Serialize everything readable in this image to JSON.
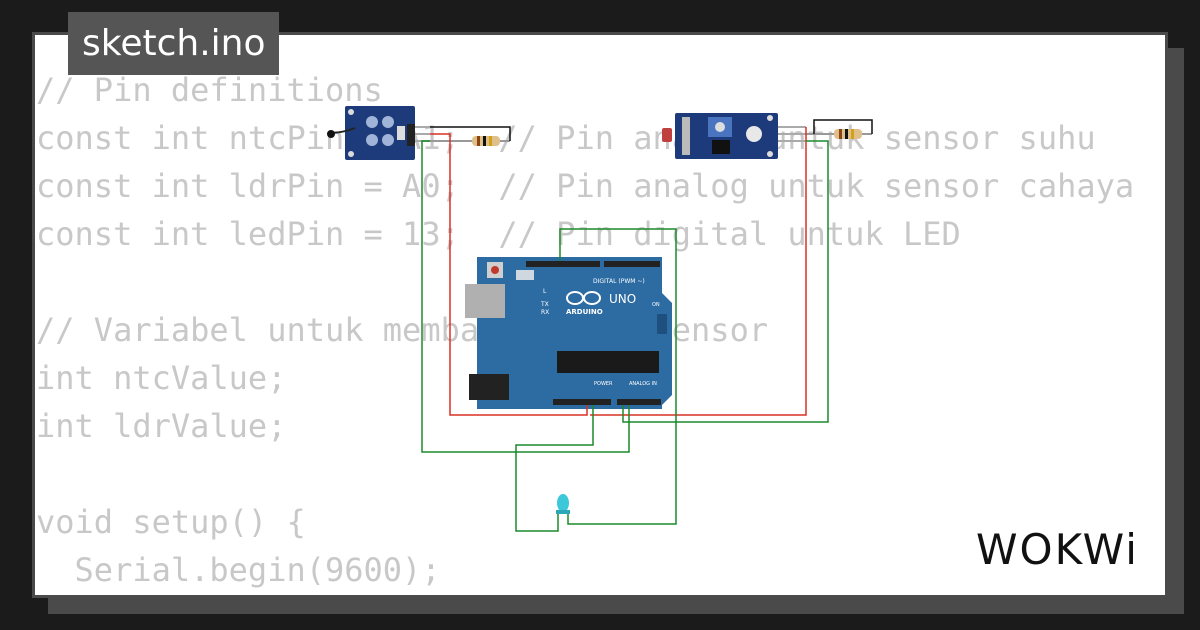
{
  "file_tab": {
    "label": "sketch.ino"
  },
  "code_lines": [
    "// Pin definitions",
    "const int ntcPin = A1;  // Pin analog untuk sensor suhu",
    "const int ldrPin = A0;  // Pin analog untuk sensor cahaya",
    "const int ledPin = 13;  // Pin digital untuk LED",
    "",
    "// Variabel untuk membaca nilai sensor",
    "int ntcValue;",
    "int ldrValue;",
    "",
    "void setup() {",
    "  Serial.begin(9600);"
  ],
  "board": {
    "logo": "UNO",
    "brand": "ARDUINO",
    "digital_header": "DIGITAL (PWM ~)",
    "power_label": "POWER",
    "analog_label": "ANALOG IN",
    "on_label": "ON",
    "tx_label": "TX",
    "rx_label": "RX",
    "l_label": "L",
    "color": "#2d6ba3"
  },
  "brand_logo": {
    "text": "WOKWi"
  },
  "colors": {
    "wire_red": "#d93025",
    "wire_green": "#1a8a2a",
    "module_blue": "#1d3a7a",
    "led": "#3cc8d8"
  }
}
